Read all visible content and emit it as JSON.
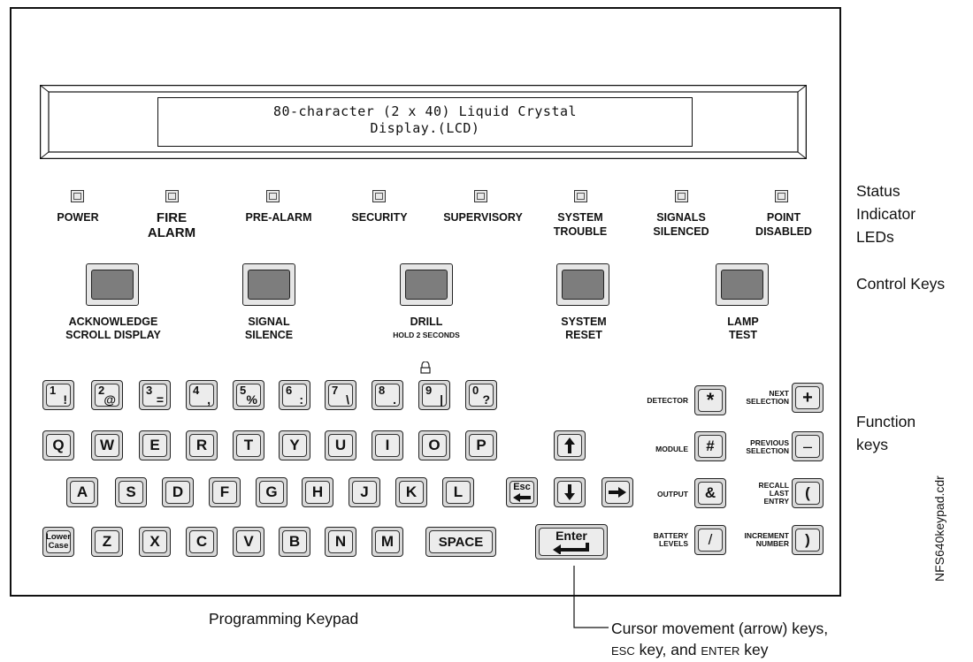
{
  "lcd": {
    "line1": "80-character (2 x 40) Liquid Crystal",
    "line2": "Display.(LCD)"
  },
  "leds": [
    {
      "line1": "POWER",
      "line2": ""
    },
    {
      "line1": "FIRE",
      "line2": "ALARM"
    },
    {
      "line1": "PRE-ALARM",
      "line2": ""
    },
    {
      "line1": "SECURITY",
      "line2": ""
    },
    {
      "line1": "SUPERVISORY",
      "line2": ""
    },
    {
      "line1": "SYSTEM",
      "line2": "TROUBLE"
    },
    {
      "line1": "SIGNALS",
      "line2": "SILENCED"
    },
    {
      "line1": "POINT",
      "line2": "DISABLED"
    }
  ],
  "control_keys": [
    {
      "line1": "ACKNOWLEDGE",
      "line2": "SCROLL DISPLAY"
    },
    {
      "line1": "SIGNAL",
      "line2": "SILENCE"
    },
    {
      "line1": "DRILL",
      "line2": "HOLD 2 SECONDS"
    },
    {
      "line1": "SYSTEM",
      "line2": "RESET"
    },
    {
      "line1": "LAMP",
      "line2": "TEST"
    }
  ],
  "number_keys": [
    {
      "main": "1",
      "shift": "!"
    },
    {
      "main": "2",
      "shift": "@"
    },
    {
      "main": "3",
      "shift": "="
    },
    {
      "main": "4",
      "shift": ","
    },
    {
      "main": "5",
      "shift": "%"
    },
    {
      "main": "6",
      "shift": ":"
    },
    {
      "main": "7",
      "shift": "\\"
    },
    {
      "main": "8",
      "shift": "."
    },
    {
      "main": "9",
      "shift": "|"
    },
    {
      "main": "0",
      "shift": "?"
    }
  ],
  "row_q": [
    "Q",
    "W",
    "E",
    "R",
    "T",
    "Y",
    "U",
    "I",
    "O",
    "P"
  ],
  "row_a": [
    "A",
    "S",
    "D",
    "F",
    "G",
    "H",
    "J",
    "K",
    "L"
  ],
  "row_z": [
    "Z",
    "X",
    "C",
    "V",
    "B",
    "N",
    "M"
  ],
  "lower_case": {
    "line1": "Lower",
    "line2": "Case"
  },
  "space_label": "SPACE",
  "esc_label": "Esc",
  "enter_label": "Enter",
  "function_keys": {
    "detector": {
      "label": "DETECTOR",
      "key": "*"
    },
    "module": {
      "label": "MODULE",
      "key": "#"
    },
    "output": {
      "label": "OUTPUT",
      "key": "&"
    },
    "battery": {
      "line1": "BATTERY",
      "line2": "LEVELS",
      "key": "/"
    },
    "next": {
      "line1": "NEXT",
      "line2": "SELECTION",
      "key": "+"
    },
    "previous": {
      "line1": "PREVIOUS",
      "line2": "SELECTION",
      "key": "–"
    },
    "recall": {
      "line1": "RECALL",
      "line2": "LAST",
      "line3": "ENTRY",
      "key": "("
    },
    "increment": {
      "line1": "INCREMENT",
      "line2": "NUMBER",
      "key": ")"
    }
  },
  "side_labels": {
    "status": [
      "Status",
      "Indicator",
      "LEDs"
    ],
    "control": "Control Keys",
    "function": [
      "Function",
      "keys"
    ]
  },
  "captions": {
    "keypad": "Programming Keypad",
    "cursor_line1": "Cursor movement (arrow) keys,",
    "cursor_line2_esc": "ESC",
    "cursor_line2_mid": " key, and ",
    "cursor_line2_enter": "ENTER",
    "cursor_line2_end": " key"
  },
  "filename": "NFS640keypad.cdr"
}
